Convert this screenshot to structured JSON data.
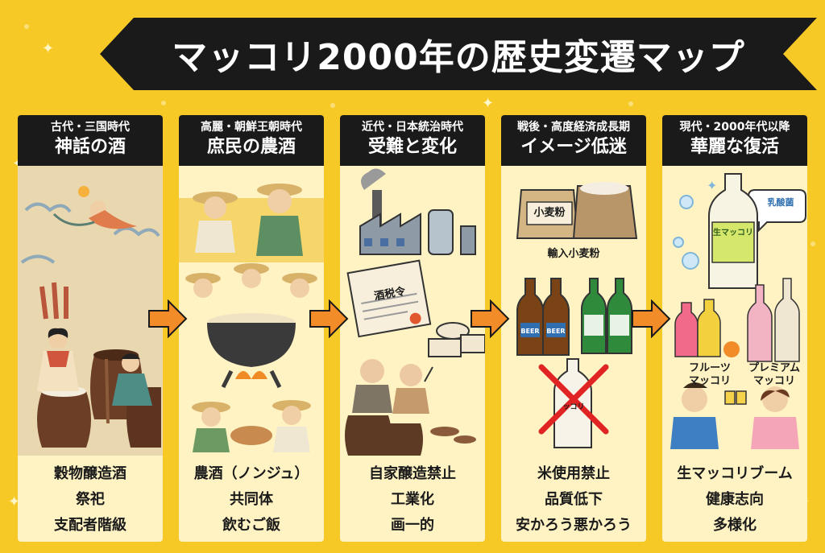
{
  "title": "マッコリ2000年の歴史変遷マップ",
  "colors": {
    "background": "#F7C926",
    "banner": "#1A1A1A",
    "panel": "#FFF3C4",
    "arrow": "#F28C28",
    "cross": "#E02424"
  },
  "periods": [
    {
      "era": "古代・三国時代",
      "title": "神話の酒",
      "points": [
        "穀物醸造酒",
        "祭祀",
        "支配者階級"
      ],
      "illustration": "mural-brewing-women-jars"
    },
    {
      "era": "高麗・朝鮮王朝時代",
      "title": "庶民の農酒",
      "points": [
        "農酒（ノンジュ）",
        "共同体",
        "飲むご飯"
      ],
      "illustration": "farmers-sharing-makgeolli"
    },
    {
      "era": "近代・日本統治時代",
      "title": "受難と変化",
      "points": [
        "自家醸造禁止",
        "工業化",
        "画一的"
      ],
      "illustration": "factory-tax-decree",
      "labels": {
        "decree": "酒税令"
      }
    },
    {
      "era": "戦後・高度経済成長期",
      "title": "イメージ低迷",
      "points": [
        "米使用禁止",
        "品質低下",
        "安かろう悪かろう"
      ],
      "illustration": "flour-beer-soju-crossed-bottle",
      "labels": {
        "sack": "小麦粉",
        "flour": "輸入小麦粉",
        "beer1": "BEER",
        "beer2": "BEER",
        "crossed_bottle": "ッコリ"
      }
    },
    {
      "era": "現代・2000年代以降",
      "title": "華麗な復活",
      "points": [
        "生マッコリブーム",
        "健康志向",
        "多様化"
      ],
      "illustration": "modern-bottles-toasting",
      "labels": {
        "bubble": "乳酸菌",
        "bottle": "生マッコリ",
        "fruit": "フルーツ\nマッコリ",
        "premium": "プレミアム\nマッコリ"
      }
    }
  ]
}
